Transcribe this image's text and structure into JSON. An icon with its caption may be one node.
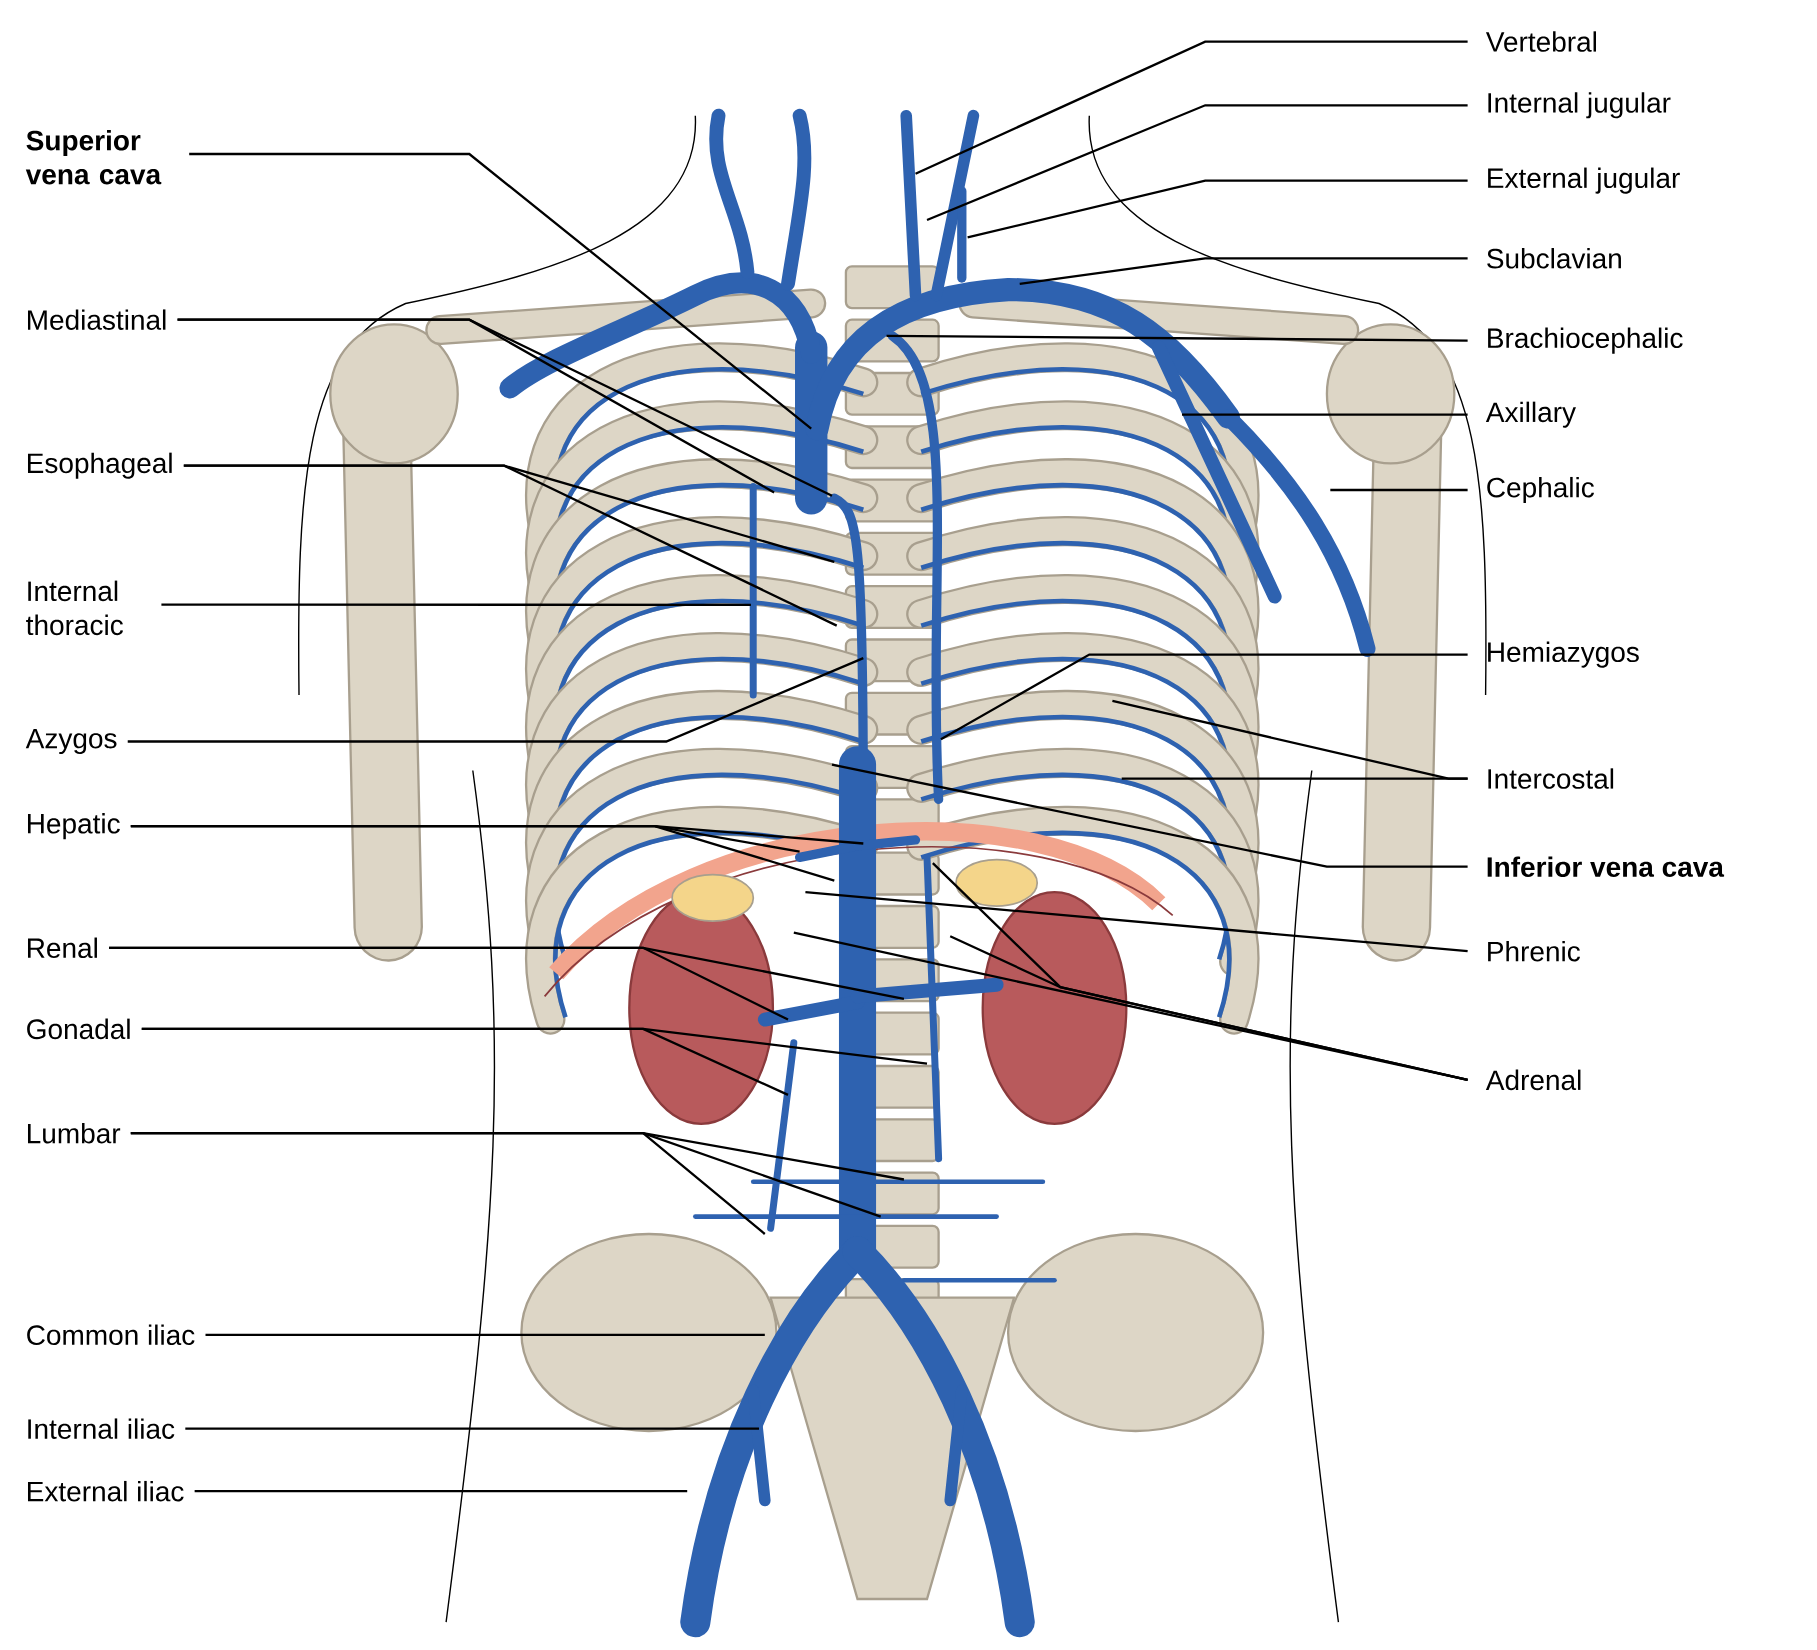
{
  "diagram": {
    "nodes": [
      {
        "text": [
          "Superior vena cava"
        ]
      },
      {
        "text": [
          "Mediastinal"
        ]
      },
      {
        "text": [
          "Esophageal"
        ]
      },
      {
        "text": [
          "Internal thoracic"
        ]
      },
      {
        "text": [
          "Azygos"
        ]
      },
      {
        "text": [
          "Hepatic"
        ]
      },
      {
        "text": [
          "Renal"
        ]
      },
      {
        "text": [
          "Gonadal"
        ]
      },
      {
        "text": [
          "Lumbar"
        ]
      },
      {
        "text": [
          "Common iliac"
        ]
      },
      {
        "text": [
          "Internal iliac"
        ]
      },
      {
        "text": [
          "External iliac"
        ]
      },
      {
        "text": [
          "Vertebral"
        ]
      },
      {
        "text": [
          "Internal jugular"
        ]
      },
      {
        "text": [
          "External jugular"
        ]
      },
      {
        "text": [
          "Subclavian"
        ]
      },
      {
        "text": [
          "Brachiocephalic"
        ]
      },
      {
        "text": [
          "Axillary"
        ]
      },
      {
        "text": [
          "Cephalic"
        ]
      },
      {
        "text": [
          "Hemiazygos"
        ]
      },
      {
        "text": [
          "Intercostal"
        ]
      },
      {
        "text": [
          "Inferior vena cava"
        ]
      },
      {
        "text": [
          "Phrenic"
        ]
      },
      {
        "text": [
          "Adrenal"
        ]
      }
    ],
    "edges": [
      {
        "from": 0,
        "to": null,
        "arrow": "none"
      },
      {
        "from": 1,
        "to": null,
        "arrow": "none"
      },
      {
        "from": 1,
        "to": null,
        "arrow": "none"
      },
      {
        "from": 2,
        "to": null,
        "arrow": "none"
      },
      {
        "from": 2,
        "to": null,
        "arrow": "none"
      },
      {
        "from": 3,
        "to": null,
        "arrow": "none"
      },
      {
        "from": 4,
        "to": null,
        "arrow": "none"
      },
      {
        "from": 5,
        "to": null,
        "arrow": "none"
      },
      {
        "from": 5,
        "to": null,
        "arrow": "none"
      },
      {
        "from": 5,
        "to": null,
        "arrow": "none"
      },
      {
        "from": 6,
        "to": null,
        "arrow": "none"
      },
      {
        "from": 6,
        "to": null,
        "arrow": "none"
      },
      {
        "from": 7,
        "to": null,
        "arrow": "none"
      },
      {
        "from": 7,
        "to": null,
        "arrow": "none"
      },
      {
        "from": 8,
        "to": null,
        "arrow": "none"
      },
      {
        "from": 8,
        "to": null,
        "arrow": "none"
      },
      {
        "from": 8,
        "to": null,
        "arrow": "none"
      },
      {
        "from": 9,
        "to": null,
        "arrow": "none"
      },
      {
        "from": 10,
        "to": null,
        "arrow": "none"
      },
      {
        "from": 11,
        "to": null,
        "arrow": "none"
      },
      {
        "from": 12,
        "to": null,
        "arrow": "none"
      },
      {
        "from": 13,
        "to": null,
        "arrow": "none"
      },
      {
        "from": 14,
        "to": null,
        "arrow": "none"
      },
      {
        "from": 15,
        "to": null,
        "arrow": "none"
      },
      {
        "from": 16,
        "to": null,
        "arrow": "none"
      },
      {
        "from": 17,
        "to": null,
        "arrow": "none"
      },
      {
        "from": 18,
        "to": null,
        "arrow": "none"
      },
      {
        "from": 19,
        "to": null,
        "arrow": "none"
      },
      {
        "from": 20,
        "to": null,
        "arrow": "none"
      },
      {
        "from": 20,
        "to": null,
        "arrow": "none"
      },
      {
        "from": 21,
        "to": null,
        "arrow": "none"
      },
      {
        "from": 22,
        "to": null,
        "arrow": "none"
      },
      {
        "from": 23,
        "to": null,
        "arrow": "none"
      },
      {
        "from": 23,
        "to": null,
        "arrow": "none"
      },
      {
        "from": 23,
        "to": null,
        "arrow": "none"
      }
    ]
  }
}
